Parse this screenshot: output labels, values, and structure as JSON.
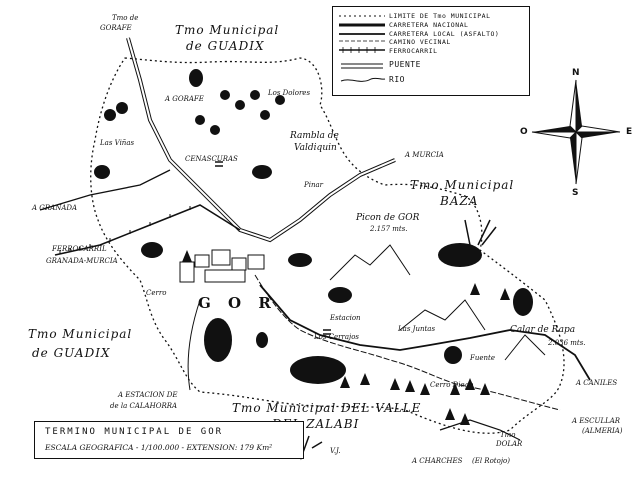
{
  "map": {
    "neighbours": {
      "guadix_top_line1": "Tmo Municipal",
      "guadix_top_line2": "de GUADIX",
      "gorafe_line1": "Tmo de",
      "gorafe_line2": "GORAFE",
      "baza_line1": "Tmo Municipal",
      "baza_line2": "BAZA",
      "guadix_left_line1": "Tmo Municipal",
      "guadix_left_line2": "de GUADIX",
      "valle_line1": "Tmo Municipal DEL VALLE",
      "valle_line2": "DEL ZALABI",
      "dolar_line1": "Tmo",
      "dolar_line2": "DOLAR"
    },
    "places": {
      "gor": "G O R",
      "gorafe": "A GORAFE",
      "los_dolores": "Los Dolores",
      "las_vinas": "Las Viñas",
      "cenascuras": "CENASCURAS",
      "rambla": "Rambla de",
      "valdiquin": "Valdiquin",
      "pinar": "Pinar",
      "pico_gor": "Picon de GOR",
      "pico_alt": "2.157 mts.",
      "cerro": "Cerro",
      "las_juntas": "Las Juntas",
      "los_cerrajos": "Los Cerrajos",
      "calar_rapa": "Calar de Rapa",
      "calar_alt": "2.036 mts.",
      "cerro_diego": "Cerro Diego",
      "fuente": "Fuente",
      "estacion": "Estacion"
    },
    "destinations": {
      "murcia": "A MURCIA",
      "granada": "A GRANADA",
      "ferrocarril_1": "FERROCARRIL",
      "ferrocarril_2": "GRANADA-MURCIA",
      "estacion_line1": "A ESTACION DE",
      "estacion_line2": "de la CALAHORRA",
      "caniles": "A CANILES",
      "escullar_line1": "A ESCULLAR",
      "escullar_line2": "(ALMERIA)",
      "charches": "A CHARCHES",
      "rotojo": "(El Rotojo)"
    }
  },
  "legend": {
    "items": [
      {
        "icon": "municipal-boundary",
        "label": "LIMITE DE Tmo MUNICIPAL"
      },
      {
        "icon": "national-road",
        "label": "CARRETERA NACIONAL"
      },
      {
        "icon": "local-road",
        "label": "CARRETERA LOCAL (ASFALTO)"
      },
      {
        "icon": "path",
        "label": "CAMINO VECINAL"
      },
      {
        "icon": "railway",
        "label": "FERROCARRIL"
      },
      {
        "icon": "bridge",
        "label": "PUENTE"
      },
      {
        "icon": "river",
        "label": "RIO"
      }
    ]
  },
  "compass": {
    "n": "N",
    "s": "S",
    "e": "E",
    "o": "O"
  },
  "title_box": {
    "line1": "TERMINO MUNICIPAL DE GOR",
    "line2": "ESCALA GEOGRAFICA - 1/100.000 - EXTENSION: 179 Km²"
  },
  "signature": "V.J."
}
